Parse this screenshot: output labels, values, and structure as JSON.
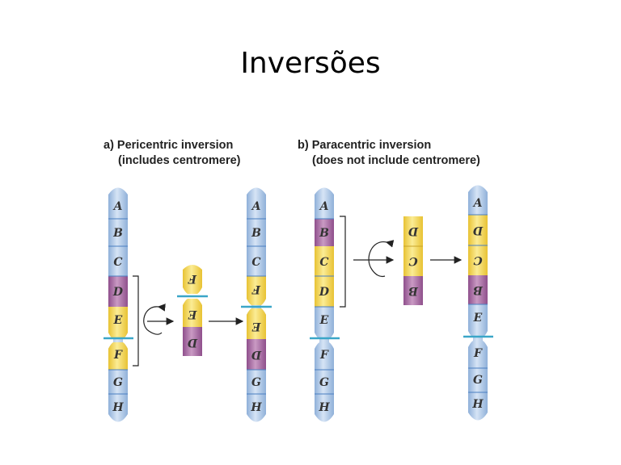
{
  "title": "Inversões",
  "panels": [
    {
      "heading_line1": "a) Pericentric inversion",
      "heading_line2": "(includes centromere)",
      "original_chromosome": [
        "A",
        "B",
        "C",
        "D",
        "E",
        "F",
        "G",
        "H"
      ],
      "inverted_segment": [
        "D",
        "E",
        "F"
      ],
      "result_chromosome": [
        "A",
        "B",
        "C",
        "F",
        "E",
        "D",
        "G",
        "H"
      ]
    },
    {
      "heading_line1": "b) Paracentric inversion",
      "heading_line2": "(does not include centromere)",
      "original_chromosome": [
        "A",
        "B",
        "C",
        "D",
        "E",
        "F",
        "G",
        "H"
      ],
      "inverted_segment": [
        "B",
        "C",
        "D"
      ],
      "result_chromosome": [
        "A",
        "D",
        "C",
        "B",
        "E",
        "F",
        "G",
        "H"
      ]
    }
  ],
  "colors": {
    "blue": "#b9cfe9",
    "yellow": "#f7e06a",
    "purple": "#b078a8",
    "centromere": "#3aa6c8",
    "label": "#333333"
  }
}
